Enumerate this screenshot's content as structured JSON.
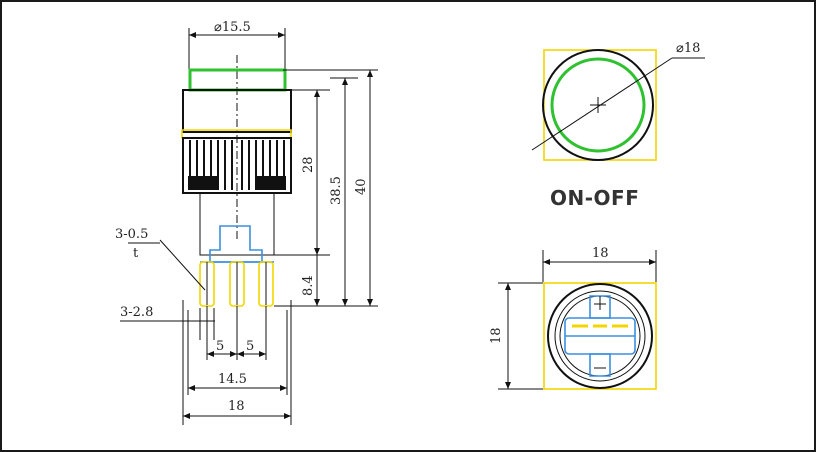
{
  "drawing": {
    "side_view": {
      "dia_top": "⌀15.5",
      "dim_height_28": "28",
      "dim_height_38_5": "38.5",
      "dim_height_40": "40",
      "dim_height_8_4": "8.4",
      "terminal_label": "3-0.5",
      "terminal_sub": "t",
      "pin_label": "3-2.8",
      "pitch_left": "5",
      "pitch_right": "5",
      "width_14_5": "14.5",
      "width_18": "18"
    },
    "top_view": {
      "dia_label": "⌀18"
    },
    "function_label": "ON-OFF",
    "bottom_view": {
      "width": "18",
      "height": "18"
    }
  },
  "colors": {
    "outline": "#111111",
    "highlight_yellow": "#f2d600",
    "highlight_blue": "#3b8fe0",
    "highlight_green": "#2fc12f"
  }
}
